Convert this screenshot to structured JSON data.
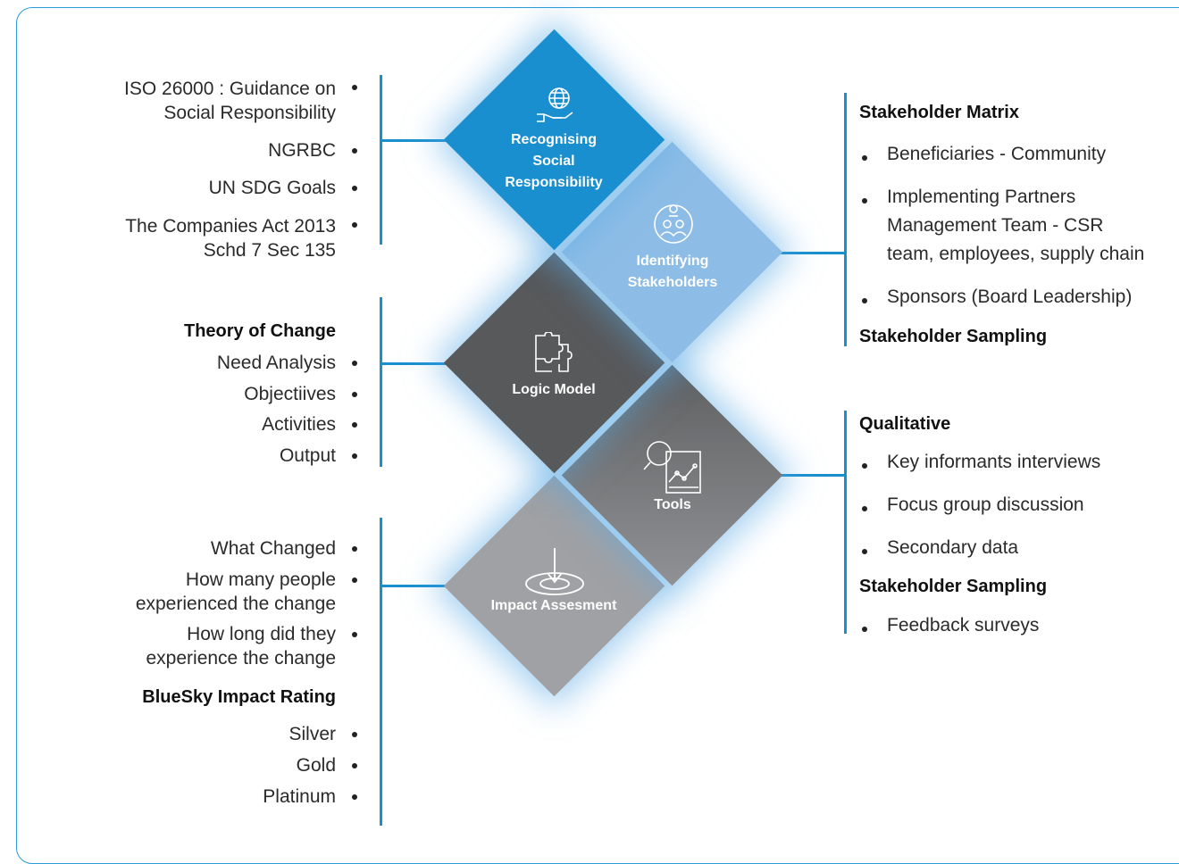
{
  "diamonds": {
    "recognising": {
      "label": "Recognising\nSocial\nResponsibility",
      "icon": "globe-hand-icon",
      "color": "#1a8fd0"
    },
    "identifying": {
      "label": "Identifying\nStakeholders",
      "icon": "people-circle-icon",
      "color": "#8dbde6"
    },
    "logic": {
      "label": "Logic Model",
      "icon": "puzzle-icon",
      "color": "#58595b"
    },
    "tools": {
      "label": "Tools",
      "icon": "magnifier-chart-icon",
      "color": "#7d7e80"
    },
    "impact": {
      "label": "Impact Assesment",
      "icon": "target-arrow-icon",
      "color": "#a0a1a4"
    }
  },
  "left": {
    "group1": [
      "ISO 26000 : Guidance on\nSocial Responsibility",
      "NGRBC",
      "UN SDG Goals",
      "The Companies Act 2013\nSchd 7 Sec 135"
    ],
    "group2_heading": "Theory of Change",
    "group2": [
      "Need Analysis",
      "Objectiives",
      "Activities",
      "Output"
    ],
    "group3": [
      "What Changed",
      "How many people\nexperienced the change",
      "How long did they\nexperience the change"
    ],
    "group3_heading": "BlueSky Impact Rating",
    "group3_ratings": [
      "Silver",
      "Gold",
      "Platinum"
    ]
  },
  "right": {
    "group1_heading": "Stakeholder Matrix",
    "group1": [
      "Beneficiaries - Community",
      "Implementing Partners\nManagement Team - CSR\nteam, employees, supply chain",
      "Sponsors (Board Leadership)"
    ],
    "group1_footer": "Stakeholder Sampling",
    "group2_heading": "Qualitative",
    "group2": [
      "Key informants interviews",
      "Focus group discussion",
      "Secondary data"
    ],
    "group2_heading2": "Stakeholder Sampling",
    "group2_b": [
      "Feedback surveys"
    ]
  }
}
